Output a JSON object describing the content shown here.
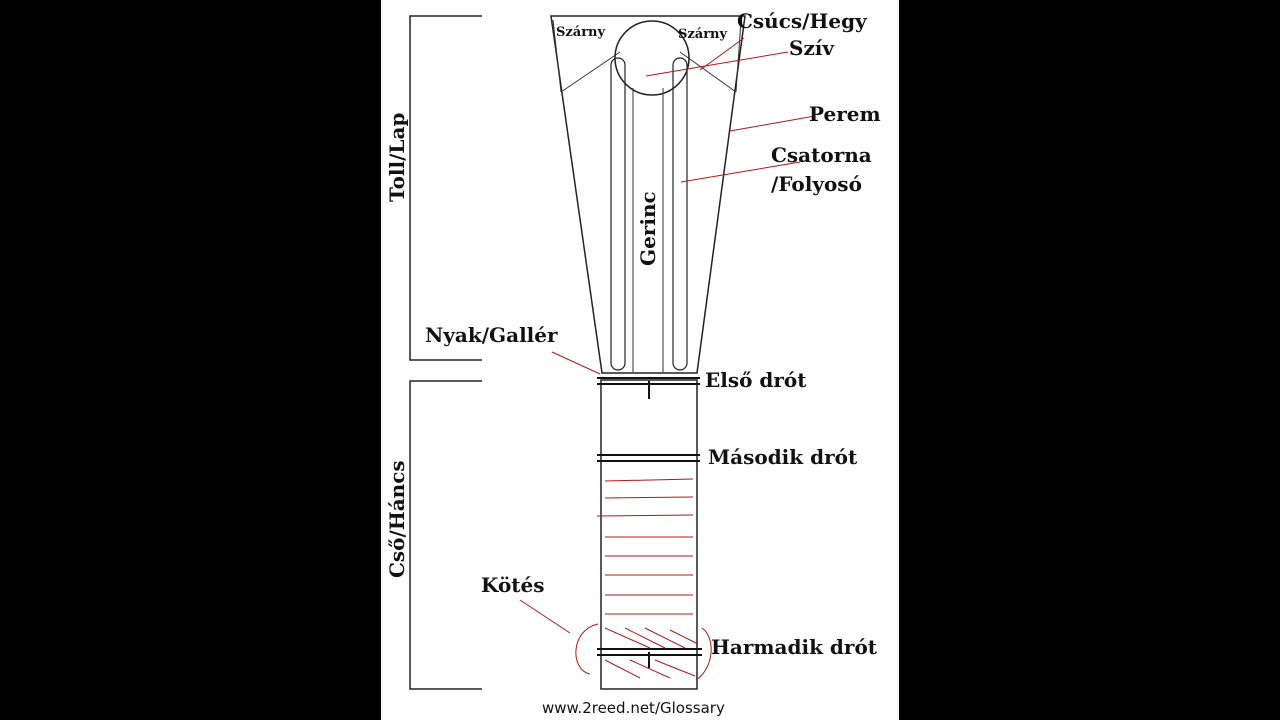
{
  "labels": {
    "tip": "Csúcs/Hegy",
    "heart": "Szív",
    "wing_left": "Szárny",
    "wing_right": "Szárny",
    "rail": "Perem",
    "channel_line1": "Csatorna",
    "channel_line2": "/Folyosó",
    "spine": "Gerinc",
    "neck": "Nyak/Gallér",
    "first_wire": "Első drót",
    "second_wire": "Második drót",
    "binding": "Kötés",
    "third_wire": "Harmadik drót",
    "blade_section": "Toll/Lap",
    "tube_section": "Cső/Háncs"
  },
  "credit": "www.2reed.net/Glossary",
  "colors": {
    "background_outer": "#000000",
    "background_panel": "#ffffff",
    "ink": "#111111",
    "leader_red": "#b01818"
  }
}
